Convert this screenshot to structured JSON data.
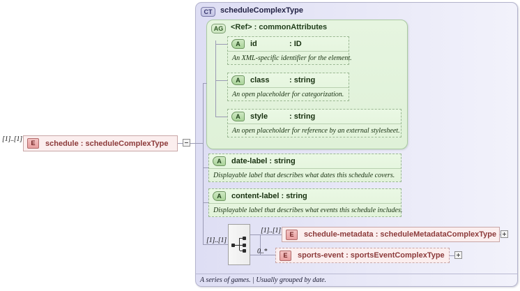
{
  "diagram": {
    "kind": "xsd-element-diagram",
    "root_element": {
      "badge": "E",
      "name": "schedule",
      "separator": " : ",
      "type": "scheduleComplexType",
      "label": "schedule : scheduleComplexType",
      "cardinality": "[1]..[1]",
      "toggle": "minus"
    },
    "complex_type": {
      "badge": "CT",
      "title": "scheduleComplexType",
      "annotation": "A series of games. | Usually grouped by date."
    },
    "attribute_group": {
      "badge": "AG",
      "ref_label": "<Ref>",
      "separator": " : ",
      "name": "commonAttributes",
      "attributes": [
        {
          "badge": "A",
          "name": "id",
          "separator": ": ",
          "type": "ID",
          "label": "id",
          "type_label": ": ID",
          "description": "An XML-specific identifier for the element."
        },
        {
          "badge": "A",
          "name": "class",
          "separator": ": ",
          "type": "string",
          "label": "class",
          "type_label": ": string",
          "description": "An open placeholder for categorization."
        },
        {
          "badge": "A",
          "name": "style",
          "separator": ": ",
          "type": "string",
          "label": "style",
          "type_label": ": string",
          "description": "An open placeholder for reference by an external stylesheet."
        }
      ]
    },
    "own_attributes": [
      {
        "badge": "A",
        "name": "date-label",
        "type": "string",
        "label": "date-label : string",
        "description": "Displayable label that describes what dates this schedule covers."
      },
      {
        "badge": "A",
        "name": "content-label",
        "type": "string",
        "label": "content-label : string",
        "description": "Displayable label that describes what events this schedule includes."
      }
    ],
    "sequence": {
      "icon": "sequence-icon",
      "cardinality": "[1]..[1]",
      "children": [
        {
          "badge": "E",
          "name": "schedule-metadata",
          "type": "scheduleMetadataComplexType",
          "label": "schedule-metadata : scheduleMetadataComplexType",
          "cardinality": "[1]..[1]",
          "border": "solid",
          "toggle": "plus"
        },
        {
          "badge": "E",
          "name": "sports-event",
          "type": "sportsEventComplexType",
          "label": "sports-event : sportsEventComplexType",
          "cardinality": "0..*",
          "border": "dashed",
          "toggle": "plus"
        }
      ]
    },
    "colors": {
      "element_fill": "#fbeeee",
      "element_text": "#8c3a3a",
      "complex_type_fill": "#e7e7f7",
      "attribute_group_fill": "#e0f1d8",
      "attribute_fill": "#e6f5e0",
      "line": "#9a9ab4"
    }
  }
}
